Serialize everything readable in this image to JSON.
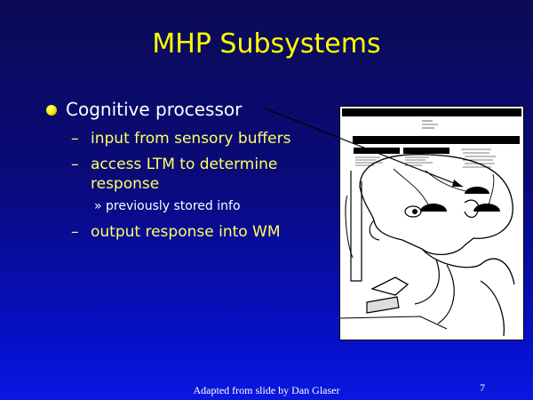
{
  "slide": {
    "title": "MHP Subsystems",
    "bullet": "Cognitive processor",
    "sub_items": [
      "input from sensory buffers",
      "access LTM to determine response",
      "output response into WM"
    ],
    "sub_sub_item": "previously stored info",
    "credit": "Adapted from slide by Dan Glaser",
    "page_number": "7"
  },
  "icons": {
    "bullet": "yellow-sphere-bullet",
    "figure": "mhp-cartoon-figure"
  },
  "colors": {
    "title": "#ffff00",
    "sub_items": "#ffff66",
    "text": "#ffffff",
    "background_top": "#0b0b55",
    "background_bottom": "#0818e0"
  }
}
